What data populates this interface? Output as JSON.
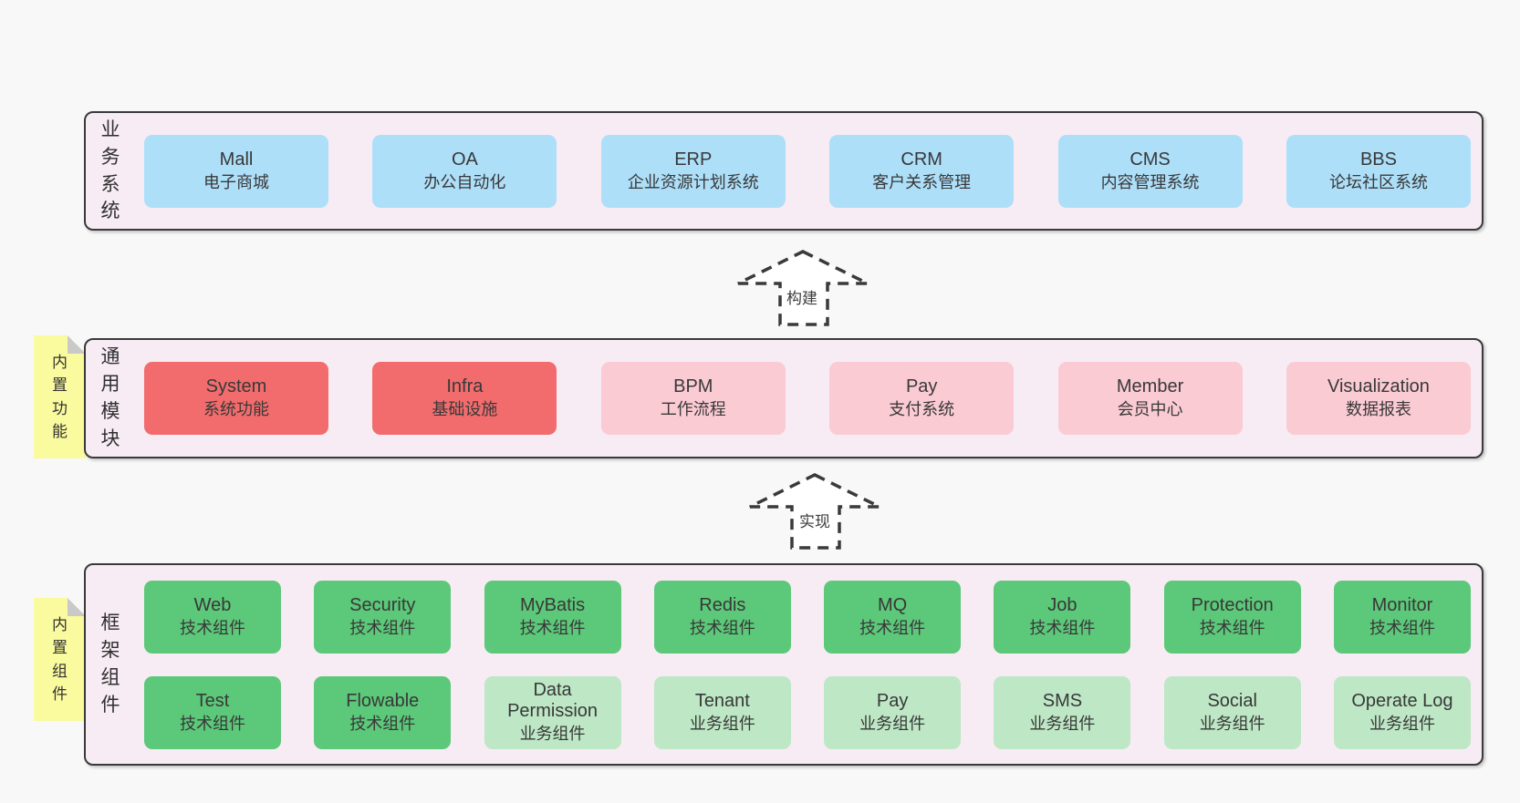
{
  "colors": {
    "bg": "#f8f8f8",
    "band-bg": "#f7ecf4",
    "band-border": "#3a3a3a",
    "blue": "#aedff9",
    "red": "#f26c6d",
    "pink": "#fbcbd4",
    "green": "#5cc879",
    "lightgreen": "#bde7c5",
    "yellow": "#fafa9e",
    "fold": "#c9c9c9",
    "text": "#383838"
  },
  "arrows": [
    {
      "label": "构建"
    },
    {
      "label": "实现"
    }
  ],
  "bands": [
    {
      "label": "业务系统",
      "boxes": [
        {
          "name": "Mall",
          "desc": "电子商城"
        },
        {
          "name": "OA",
          "desc": "办公自动化"
        },
        {
          "name": "ERP",
          "desc": "企业资源计划系统"
        },
        {
          "name": "CRM",
          "desc": "客户关系管理"
        },
        {
          "name": "CMS",
          "desc": "内容管理系统"
        },
        {
          "name": "BBS",
          "desc": "论坛社区系统"
        }
      ]
    },
    {
      "label": "通用模块",
      "note": "内置功能",
      "boxes": [
        {
          "name": "System",
          "desc": "系统功能"
        },
        {
          "name": "Infra",
          "desc": "基础设施"
        },
        {
          "name": "BPM",
          "desc": "工作流程"
        },
        {
          "name": "Pay",
          "desc": "支付系统"
        },
        {
          "name": "Member",
          "desc": "会员中心"
        },
        {
          "name": "Visualization",
          "desc": "数据报表"
        }
      ]
    },
    {
      "label": "框架组件",
      "note": "内置组件",
      "rows": [
        [
          {
            "name": "Web",
            "desc": "技术组件"
          },
          {
            "name": "Security",
            "desc": "技术组件"
          },
          {
            "name": "MyBatis",
            "desc": "技术组件"
          },
          {
            "name": "Redis",
            "desc": "技术组件"
          },
          {
            "name": "MQ",
            "desc": "技术组件"
          },
          {
            "name": "Job",
            "desc": "技术组件"
          },
          {
            "name": "Protection",
            "desc": "技术组件"
          },
          {
            "name": "Monitor",
            "desc": "技术组件"
          }
        ],
        [
          {
            "name": "Test",
            "desc": "技术组件"
          },
          {
            "name": "Flowable",
            "desc": "技术组件"
          },
          {
            "name": "Data Permission",
            "desc": "业务组件"
          },
          {
            "name": "Tenant",
            "desc": "业务组件"
          },
          {
            "name": "Pay",
            "desc": "业务组件"
          },
          {
            "name": "SMS",
            "desc": "业务组件"
          },
          {
            "name": "Social",
            "desc": "业务组件"
          },
          {
            "name": "Operate Log",
            "desc": "业务组件"
          }
        ]
      ]
    }
  ]
}
